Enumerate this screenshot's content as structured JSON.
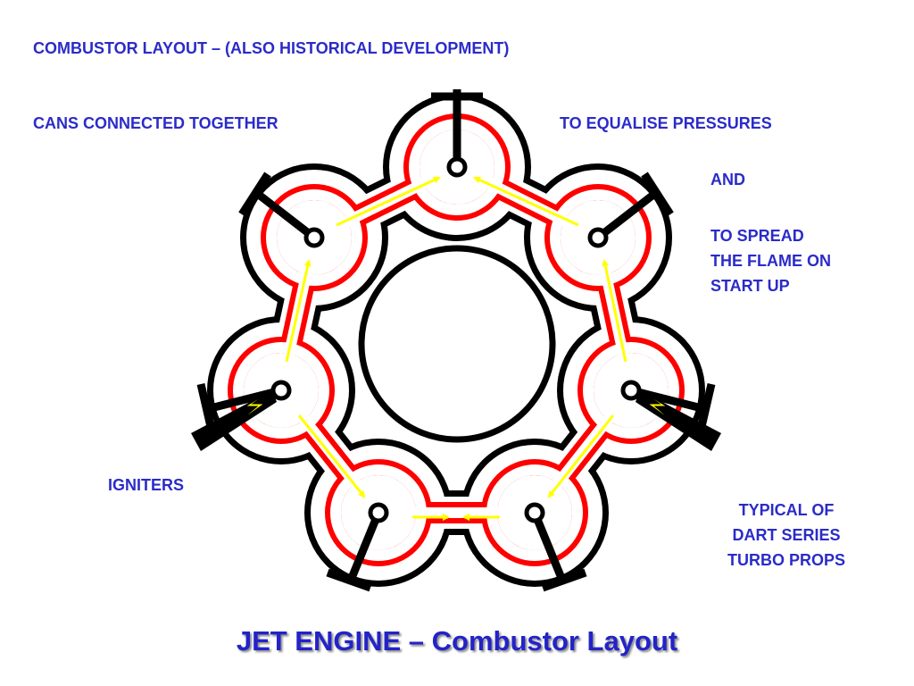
{
  "heading": "COMBUSTOR LAYOUT – (ALSO HISTORICAL DEVELOPMENT)",
  "left_note": "CANS CONNECTED TOGETHER",
  "right_note": "TO EQUALISE PRESSURES",
  "and_note": "AND",
  "spread_note": [
    "TO SPREAD",
    "THE FLAME ON",
    "START UP"
  ],
  "igniters_label": "IGNITERS",
  "typical_note": [
    "TYPICAL OF",
    "DART SERIES",
    "TURBO PROPS"
  ],
  "title": "JET ENGINE – Combustor Layout",
  "colors": {
    "text": "#2b2bc9",
    "flame_tube": "#ff0000",
    "casing": "#000000",
    "flow_arrow": "#ffff00"
  }
}
